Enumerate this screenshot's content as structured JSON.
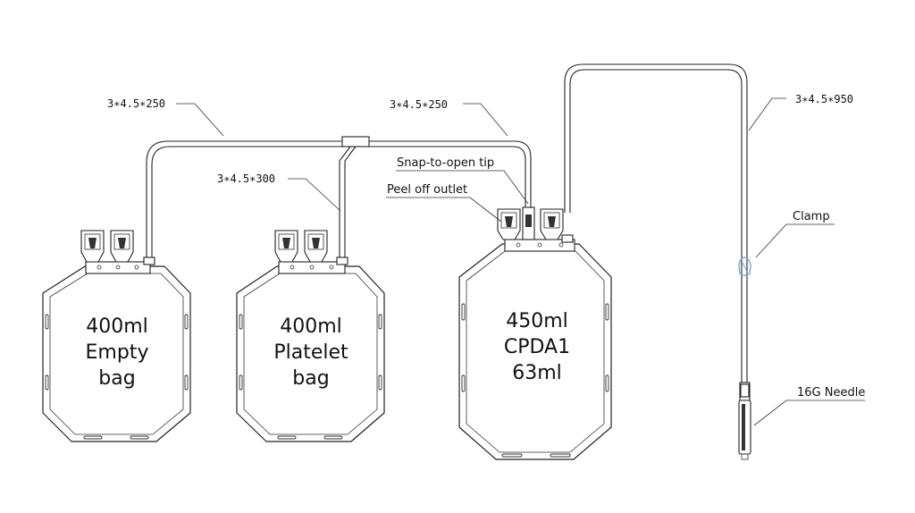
{
  "dimensions": {
    "tube_empty": "3∗4.5∗250",
    "tube_main": "3∗4.5∗250",
    "tube_platelet": "3∗4.5∗300",
    "tube_donor": "3∗4.5∗950"
  },
  "callouts": {
    "snap_tip": "Snap-to-open tip",
    "peel_outlet": "Peel off outlet",
    "clamp": "Clamp",
    "needle": "16G Needle"
  },
  "bags": {
    "empty": [
      "400ml",
      "Empty",
      "bag"
    ],
    "platelet": [
      "400ml",
      "Platelet",
      "bag"
    ],
    "main": [
      "450ml",
      "CPDA1",
      "63ml"
    ]
  },
  "colors": {
    "line": "#222222",
    "clamp": "#7aa7d6"
  }
}
